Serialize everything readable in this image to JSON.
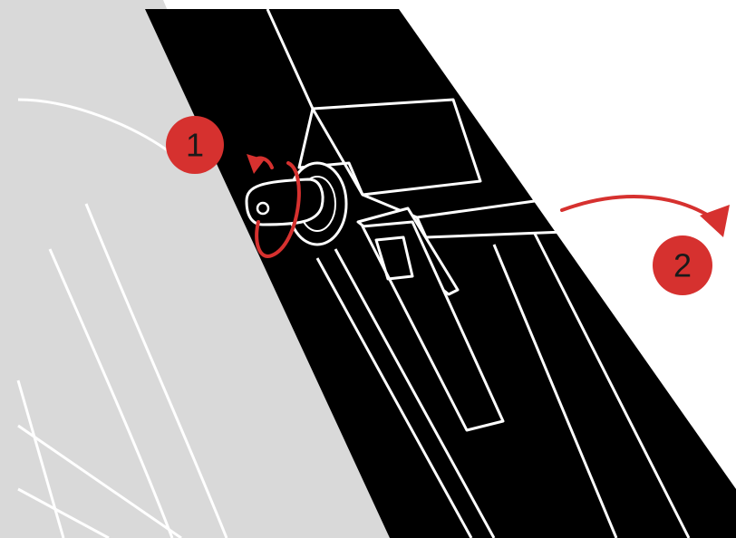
{
  "steps": [
    {
      "number": "1",
      "action": "rotate"
    },
    {
      "number": "2",
      "action": "pull-out"
    }
  ],
  "colors": {
    "background": "#ffffff",
    "wheel": "#d9d9d9",
    "frame": "#000000",
    "outline": "#ffffff",
    "accent": "#d6312f"
  }
}
